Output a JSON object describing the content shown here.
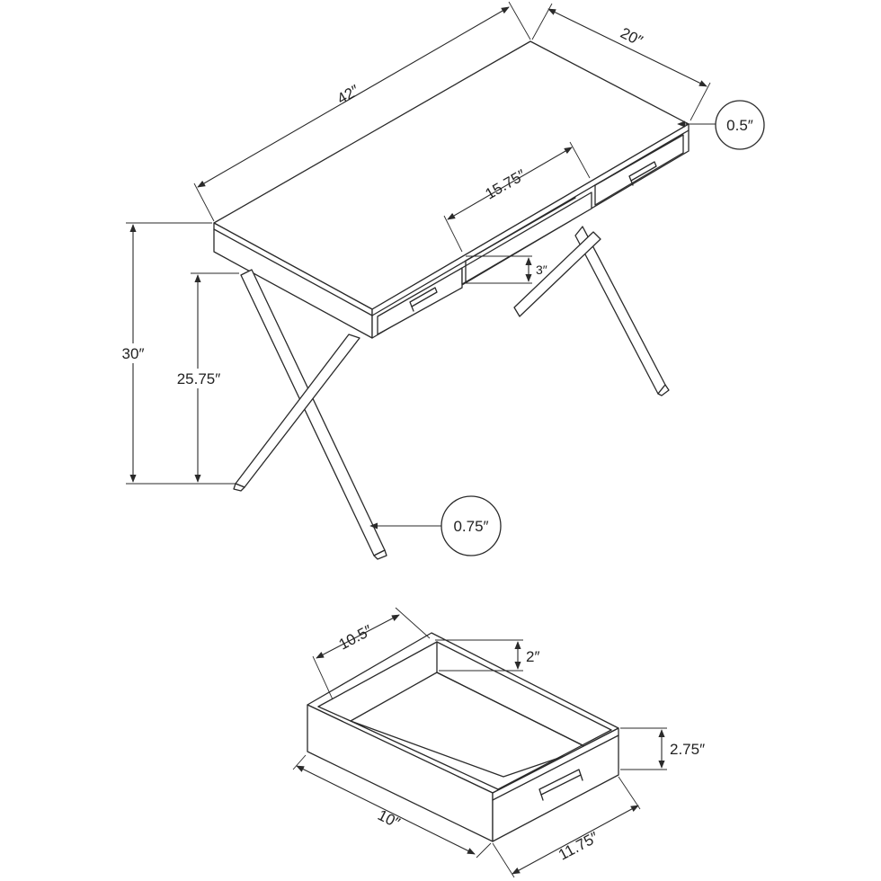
{
  "dimensions": {
    "desk_width": "42″",
    "desk_depth": "20″",
    "top_thickness": "0.5″",
    "opening_width": "15.75″",
    "opening_height": "3″",
    "total_height": "30″",
    "knee_clearance": "25.75″",
    "leg_thickness": "0.75″",
    "drawer_inner_width": "10.5″",
    "drawer_inner_depth": "2″",
    "drawer_outer_height": "2.75″",
    "drawer_length": "10″",
    "drawer_front_width": "11.75″"
  },
  "colors": {
    "line": "#2a2a2a",
    "text": "#222222",
    "background": "#ffffff"
  }
}
